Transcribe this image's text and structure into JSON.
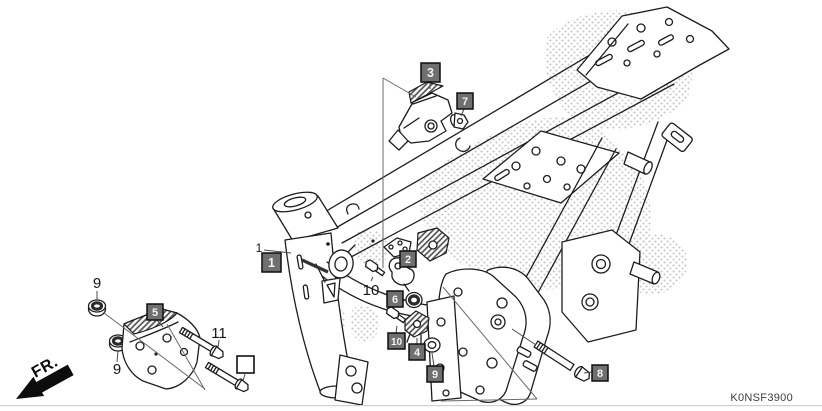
{
  "callouts": {
    "boxed": [
      {
        "id": "1",
        "label": "1"
      },
      {
        "id": "2",
        "label": "2"
      },
      {
        "id": "3",
        "label": "3"
      },
      {
        "id": "4",
        "label": "4"
      },
      {
        "id": "5",
        "label": "5"
      },
      {
        "id": "6",
        "label": "6"
      },
      {
        "id": "7",
        "label": "7"
      },
      {
        "id": "8",
        "label": "8"
      },
      {
        "id": "9",
        "label": "9"
      },
      {
        "id": "10",
        "label": "10"
      }
    ],
    "plain": [
      {
        "id": "1",
        "label": "1"
      },
      {
        "id": "9a",
        "label": "9"
      },
      {
        "id": "9b",
        "label": "9"
      },
      {
        "id": "10",
        "label": "10"
      },
      {
        "id": "11",
        "label": "11"
      }
    ],
    "empty_box": {
      "label": ""
    }
  },
  "orientation": {
    "front_label": "FR."
  },
  "footer": {
    "diagram_code": "K0NSF3900"
  },
  "colors": {
    "background": "#ffffff",
    "line": "#1d1d1d",
    "callout_box_bg": "#6f6f6f",
    "callout_box_border": "#0f0f0f",
    "callout_box_text": "#f2f2f2",
    "stipple_dots": "#c4c4c4",
    "bottom_rule": "#d0d0d0"
  }
}
